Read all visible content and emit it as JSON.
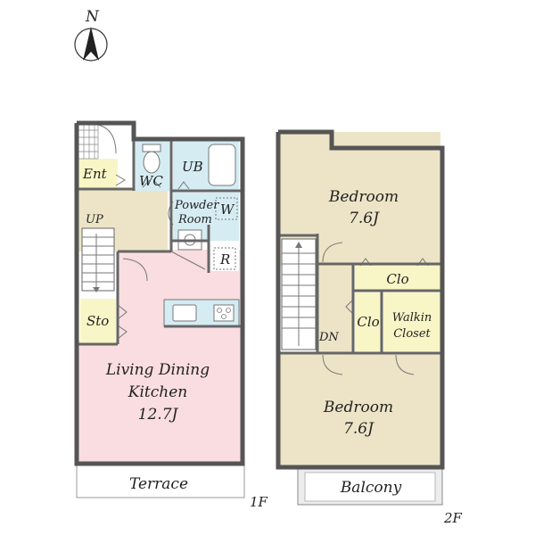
{
  "compass": {
    "label": "N"
  },
  "floor1": {
    "label": "1F",
    "rooms": {
      "entrance": "Ent",
      "wc": "WC",
      "ub": "UB",
      "powder_room_line1": "Powder",
      "powder_room_line2": "Room",
      "washer": "W",
      "refrigerator": "R",
      "stairs_up": "UP",
      "storage": "Sto",
      "ldk_line1": "Living Dining",
      "ldk_line2": "Kitchen",
      "ldk_size": "12.7J",
      "terrace": "Terrace"
    }
  },
  "floor2": {
    "label": "2F",
    "rooms": {
      "bedroom1_name": "Bedroom",
      "bedroom1_size": "7.6J",
      "closet_top": "Clo",
      "closet_small": "Clo",
      "walkin_line1": "Walkin",
      "walkin_line2": "Closet",
      "stairs_down": "DN",
      "bedroom2_name": "Bedroom",
      "bedroom2_size": "7.6J",
      "balcony": "Balcony"
    }
  },
  "colors": {
    "ldk": "#f9dde0",
    "utility": "#d5ecf3",
    "room": "#ede4c7",
    "closet": "#f8f6c6",
    "terrace": "#ffffff",
    "balcony": "#ececec"
  }
}
